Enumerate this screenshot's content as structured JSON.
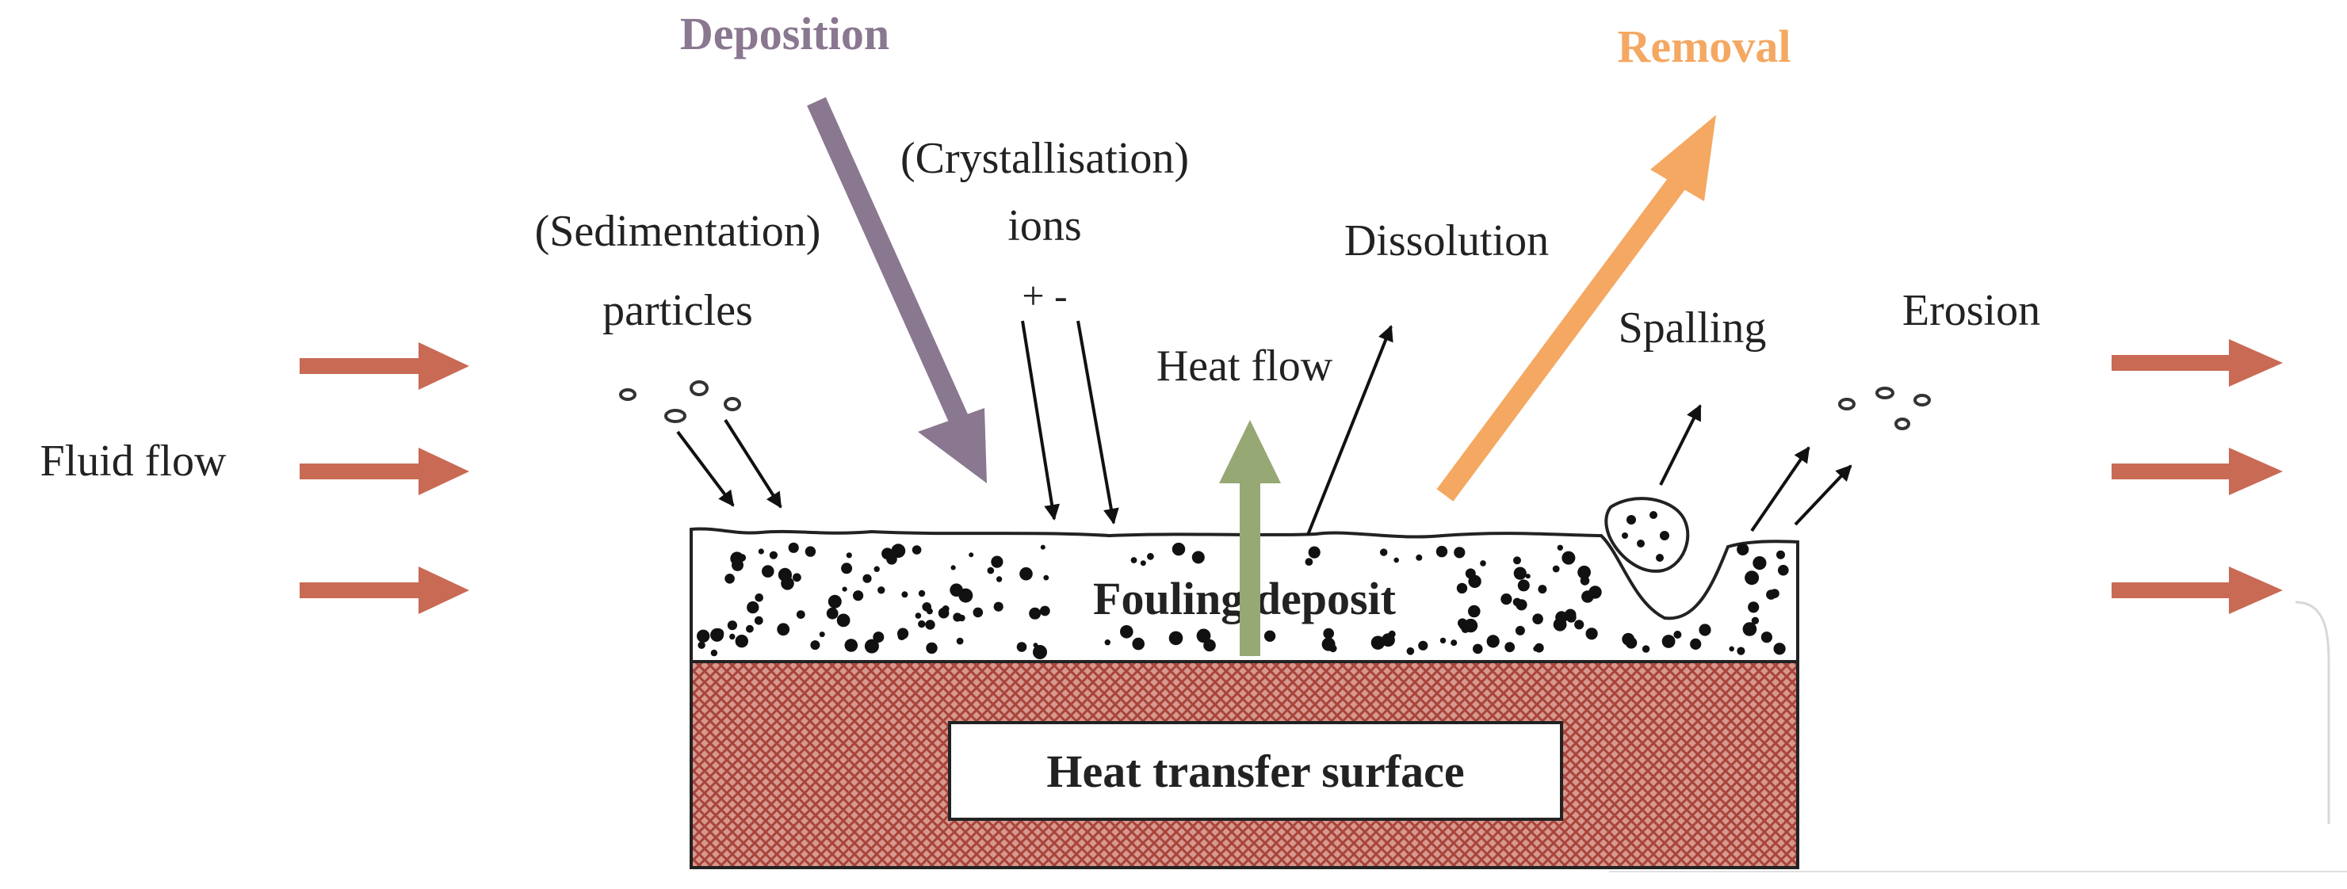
{
  "labels": {
    "deposition": "Deposition",
    "removal": "Removal",
    "crystallisation": "(Crystallisation)",
    "ions": "ions",
    "ion_signs": "+  -",
    "sedimentation": "(Sedimentation)",
    "particles": "particles",
    "dissolution": "Dissolution",
    "heat_flow": "Heat flow",
    "spalling": "Spalling",
    "erosion": "Erosion",
    "fluid_flow": "Fluid flow",
    "fouling_deposit": "Fouling deposit",
    "heat_transfer_surface": "Heat transfer surface"
  },
  "colors": {
    "deposition": "#8a7790",
    "removal": "#f4a862",
    "fluid_arrows": "#c96a55",
    "heat_flow_arrow": "#96a874",
    "hatch": "#a8443a",
    "text": "#222222"
  }
}
